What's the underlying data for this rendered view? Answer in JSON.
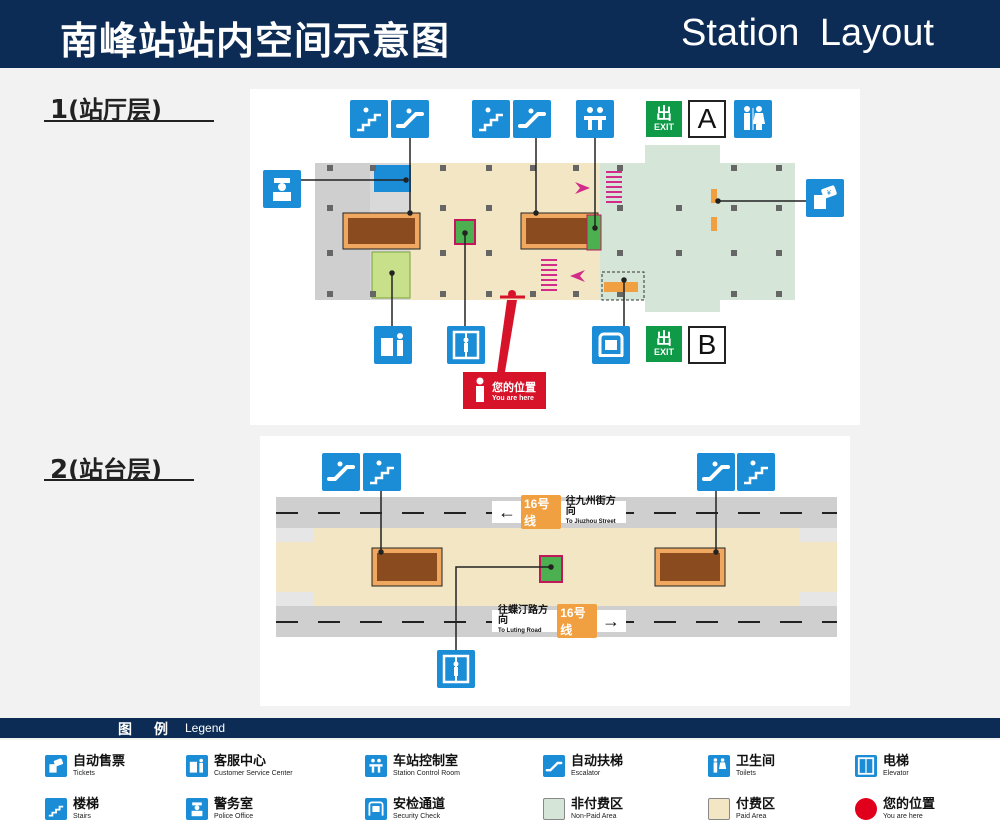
{
  "header": {
    "title_cn": "南峰站站内空间示意图",
    "title_en": "Station  Layout"
  },
  "level1": {
    "num": "1",
    "label": "(站厅层)"
  },
  "level2": {
    "num": "2",
    "label": "(站台层)"
  },
  "exits": {
    "exit_cn": "出",
    "exit_en": "EXIT",
    "a": "A",
    "b": "B"
  },
  "you_are_here": {
    "cn": "您的位置",
    "en": "You are here"
  },
  "directions": {
    "north": {
      "line": "16号线",
      "cn": "往九州街方向",
      "en": "To Jiuzhou Street",
      "arrow": "←"
    },
    "south": {
      "line": "16号线",
      "cn": "往蝶汀路方向",
      "en": "To Luting Road",
      "arrow": "→"
    }
  },
  "legend": {
    "title_cn": "图例",
    "title_en": "Legend",
    "items": [
      {
        "cn": "自动售票",
        "en": "Tickets",
        "icon": "ticket-machine-icon"
      },
      {
        "cn": "客服中心",
        "en": "Customer Service Center",
        "icon": "customer-service-icon"
      },
      {
        "cn": "车站控制室",
        "en": "Station Control Room",
        "icon": "control-room-icon"
      },
      {
        "cn": "自动扶梯",
        "en": "Escalator",
        "icon": "escalator-icon"
      },
      {
        "cn": "卫生间",
        "en": "Toilets",
        "icon": "toilet-icon"
      },
      {
        "cn": "电梯",
        "en": "Elevator",
        "icon": "elevator-icon"
      },
      {
        "cn": "楼梯",
        "en": "Stairs",
        "icon": "stairs-icon"
      },
      {
        "cn": "警务室",
        "en": "Police Office",
        "icon": "police-icon"
      },
      {
        "cn": "安检通道",
        "en": "Security Check",
        "icon": "security-check-icon"
      },
      {
        "cn": "非付费区",
        "en": "Non-Paid Area",
        "icon": "non-paid-swatch",
        "color": "#d5e6d9"
      },
      {
        "cn": "付费区",
        "en": "Paid Area",
        "icon": "paid-swatch",
        "color": "#f2e6c4"
      },
      {
        "cn": "您的位置",
        "en": "You are here",
        "icon": "you-are-here-dot",
        "color": "#e0001b"
      }
    ]
  },
  "colors": {
    "brand": "#0c2c55",
    "icon_blue": "#1b8dd6",
    "exit_green": "#0e9a47",
    "paid": "#f2e6c4",
    "non_paid": "#d5e6d9",
    "alert": "#d7132a",
    "magenta": "#d22b8a"
  }
}
